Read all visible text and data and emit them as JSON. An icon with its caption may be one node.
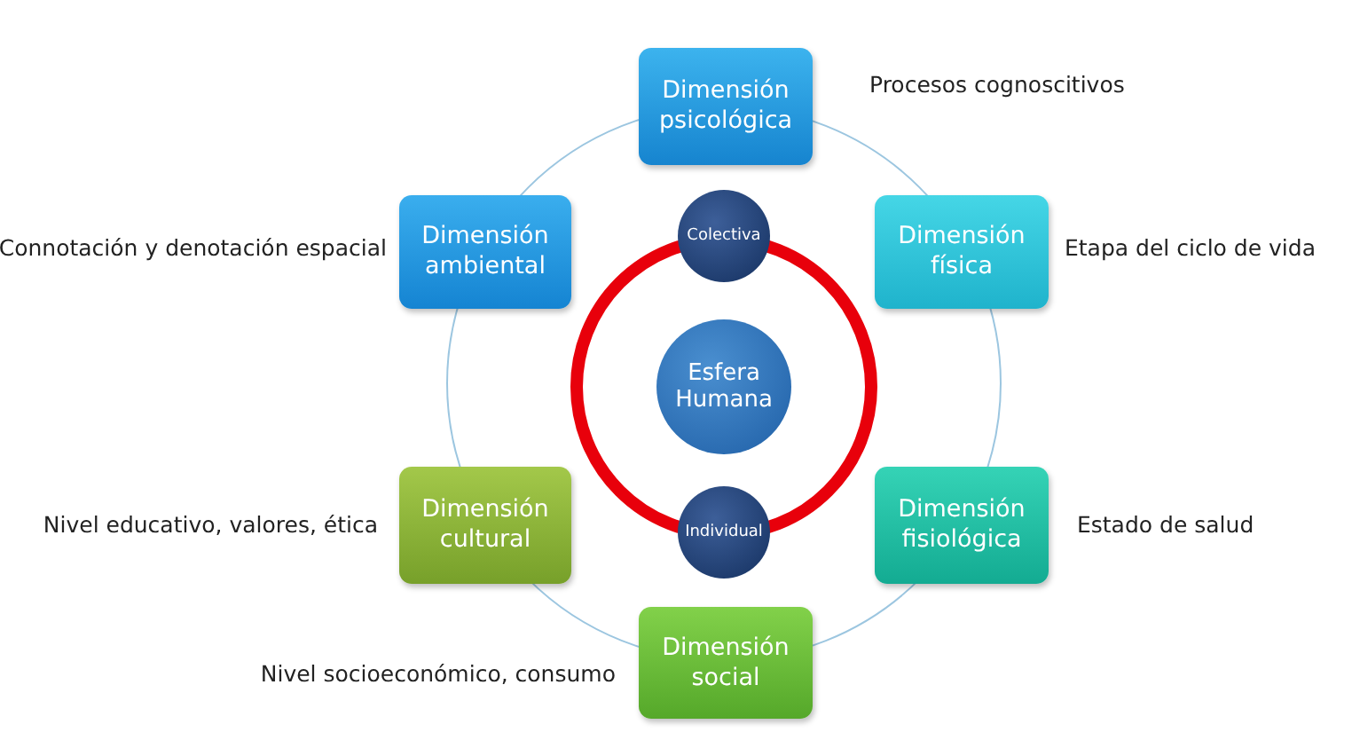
{
  "diagram": {
    "nodes": [
      {
        "text": [
          "Dimensión psicológica"
        ],
        "beside": [
          "Procesos cognoscitivos"
        ]
      },
      {
        "text": [
          "Dimensión física"
        ],
        "beside": [
          "Etapa del ciclo de vida"
        ]
      },
      {
        "text": [
          "Dimensión fisiológica"
        ],
        "beside": [
          "Estado de salud"
        ]
      },
      {
        "text": [
          "Dimensión social"
        ],
        "beside": [
          "Nivel socioeconómico, consumo"
        ]
      },
      {
        "text": [
          "Dimensión cultural"
        ],
        "beside": [
          "Nivel educativo, valores, ética"
        ]
      },
      {
        "text": [
          "Dimensión ambiental"
        ],
        "beside": [
          "Connotación y denotación espacial"
        ]
      },
      {
        "text": [
          "Colectiva"
        ]
      },
      {
        "text": [
          "Esfera Humana"
        ]
      },
      {
        "text": [
          "Individual"
        ]
      }
    ]
  }
}
